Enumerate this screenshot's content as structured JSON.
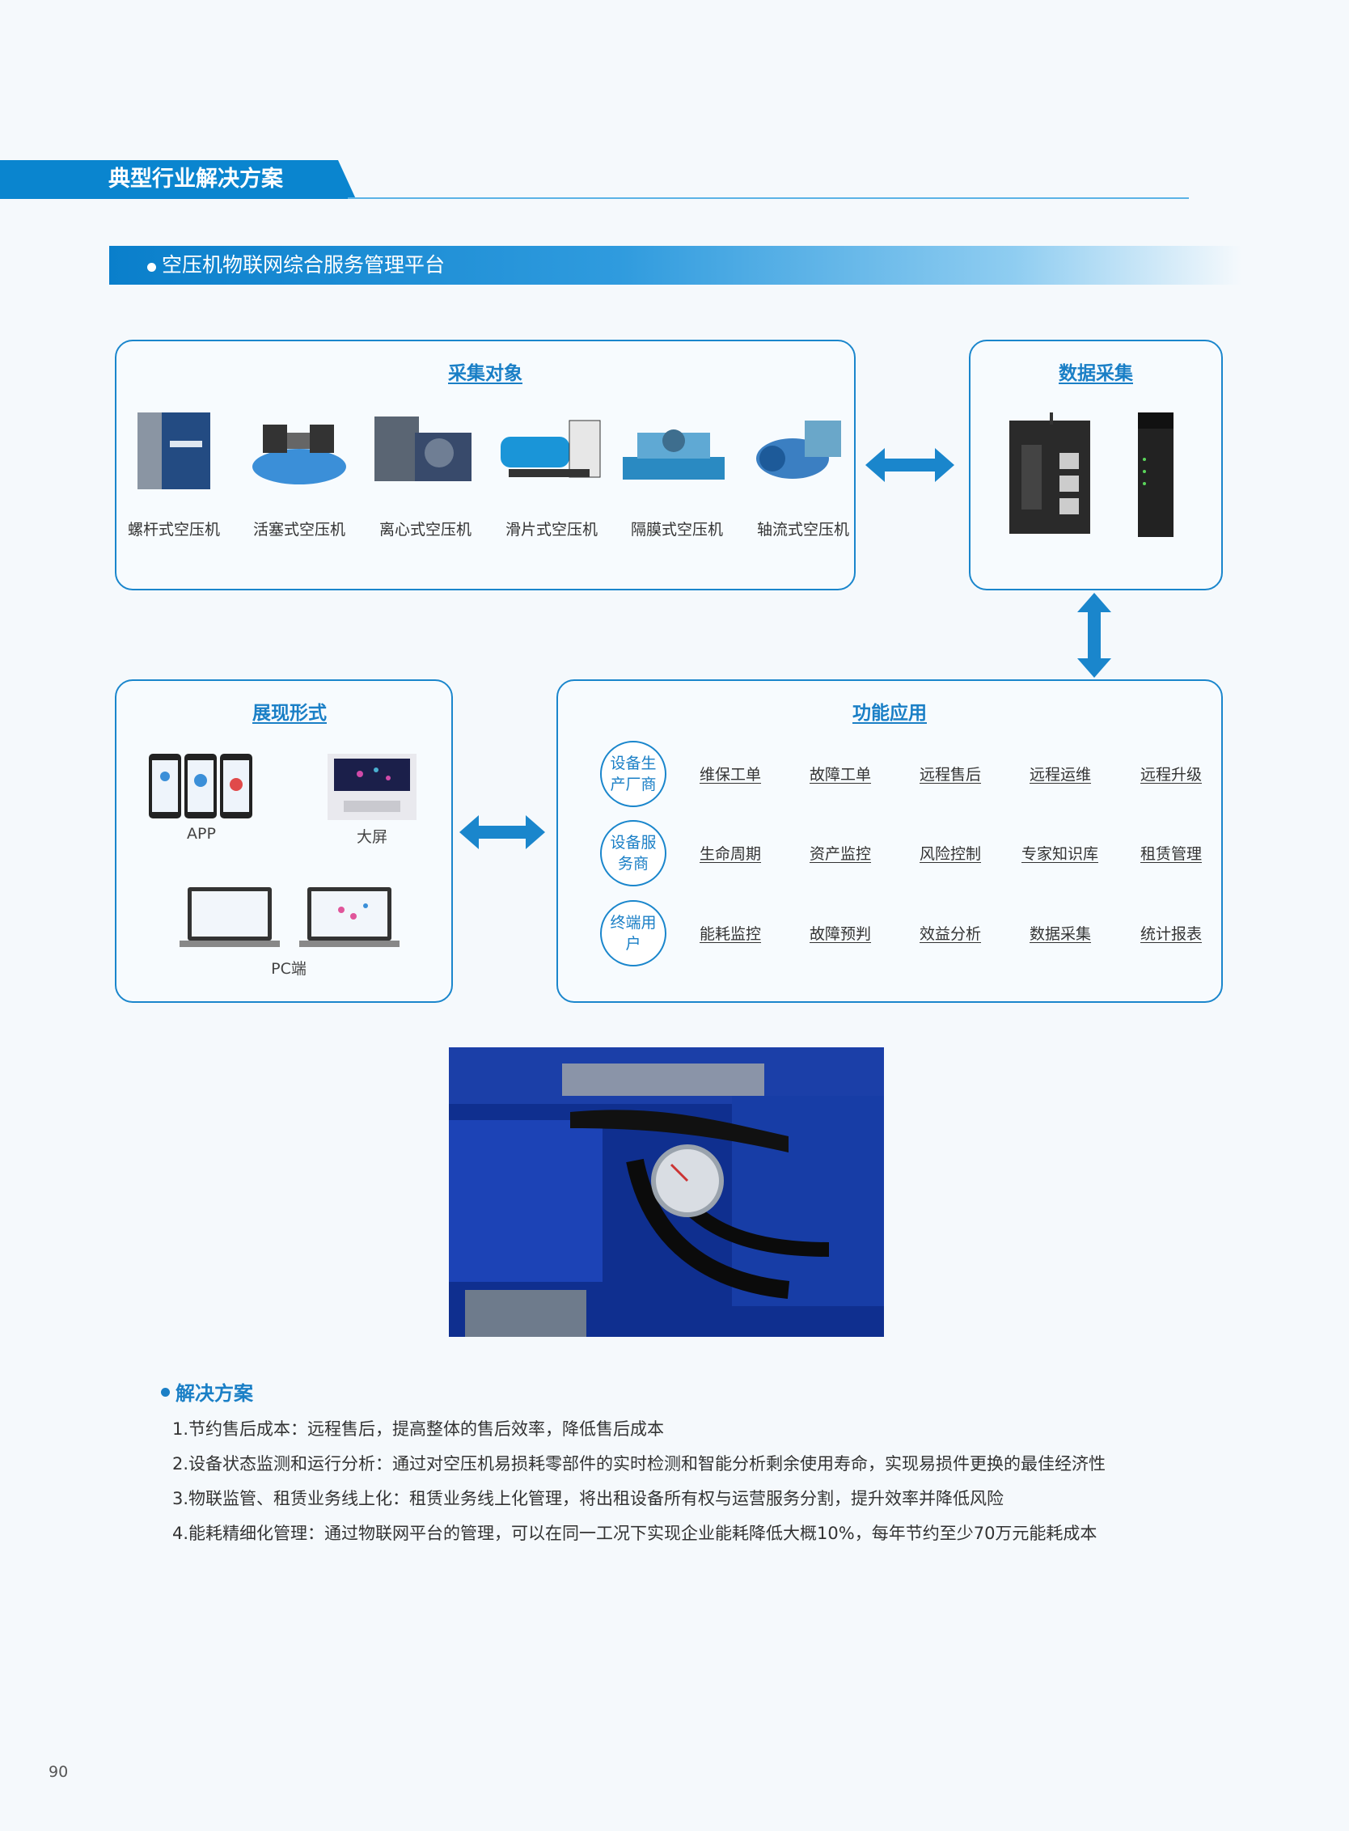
{
  "header": {
    "title": "典型行业解决方案"
  },
  "subheader": {
    "title": "空压机物联网综合服务管理平台"
  },
  "collection": {
    "title": "采集对象",
    "devices": [
      "螺杆式空压机",
      "活塞式空压机",
      "离心式空压机",
      "滑片式空压机",
      "隔膜式空压机",
      "轴流式空压机"
    ]
  },
  "data_collection": {
    "title": "数据采集"
  },
  "display": {
    "title": "展现形式",
    "items": [
      "APP",
      "大屏",
      "PC端"
    ]
  },
  "functions": {
    "title": "功能应用",
    "rows": [
      {
        "role": "设备生产厂商",
        "items": [
          "维保工单",
          "故障工单",
          "远程售后",
          "远程运维",
          "远程升级"
        ]
      },
      {
        "role": "设备服务商",
        "items": [
          "生命周期",
          "资产监控",
          "风险控制",
          "专家知识库",
          "租赁管理"
        ]
      },
      {
        "role": "终端用户",
        "items": [
          "能耗监控",
          "故障预判",
          "效益分析",
          "数据采集",
          "统计报表"
        ]
      }
    ]
  },
  "solution": {
    "title": "解决方案",
    "items": [
      "1.节约售后成本：远程售后，提高整体的售后效率，降低售后成本",
      "2.设备状态监测和运行分析：通过对空压机易损耗零部件的实时检测和智能分析剩余使用寿命，实现易损件更换的最佳经济性",
      "3.物联监管、租赁业务线上化：租赁业务线上化管理，将出租设备所有权与运营服务分割，提升效率并降低风险",
      "4.能耗精细化管理：通过物联网平台的管理，可以在同一工况下实现企业能耗降低大概10%，每年节约至少70万元能耗成本"
    ]
  },
  "page_number": "90"
}
